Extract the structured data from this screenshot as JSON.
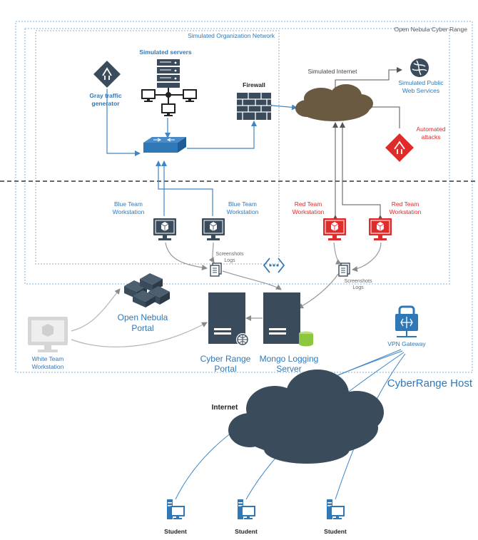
{
  "colors": {
    "navy": "#3a4b5c",
    "blue": "#2f78b8",
    "blue_line": "#3f86c6",
    "red": "#e02b2b",
    "gray_line": "#9a9a9a",
    "light_gray": "#cfcfcf",
    "cloud_brown": "#6b5a42",
    "green": "#8dc63f"
  },
  "labels": {
    "range_title": "Open Nebula Cyber Range",
    "org_network": "Simulated Organization Network",
    "sim_servers": "Simulated servers",
    "gray_traffic_1": "Gray traffic",
    "gray_traffic_2": "generator",
    "firewall": "Firewall",
    "sim_internet": "Simulated Internet",
    "sim_public_1": "Simulated Public",
    "sim_public_2": "Web Services",
    "auto_attacks_1": "Automated",
    "auto_attacks_2": "attacks",
    "blue_ws_1": "Blue Team",
    "blue_ws_2": "Workstation",
    "red_ws_1": "Red Team",
    "red_ws_2": "Workstation",
    "screens_1": "Screenshots",
    "screens_2": "Logs",
    "open_nebula_1": "Open Nebula",
    "open_nebula_2": "Portal",
    "white_ws_1": "White Team",
    "white_ws_2": "Workstation",
    "cr_portal_1": "Cyber Range",
    "cr_portal_2": "Portal",
    "mongo_1": "Mongo Logging",
    "mongo_2": "Server",
    "vpn": "VPN Gateway",
    "host": "CyberRange Host",
    "internet": "Internet",
    "student": "Student"
  }
}
